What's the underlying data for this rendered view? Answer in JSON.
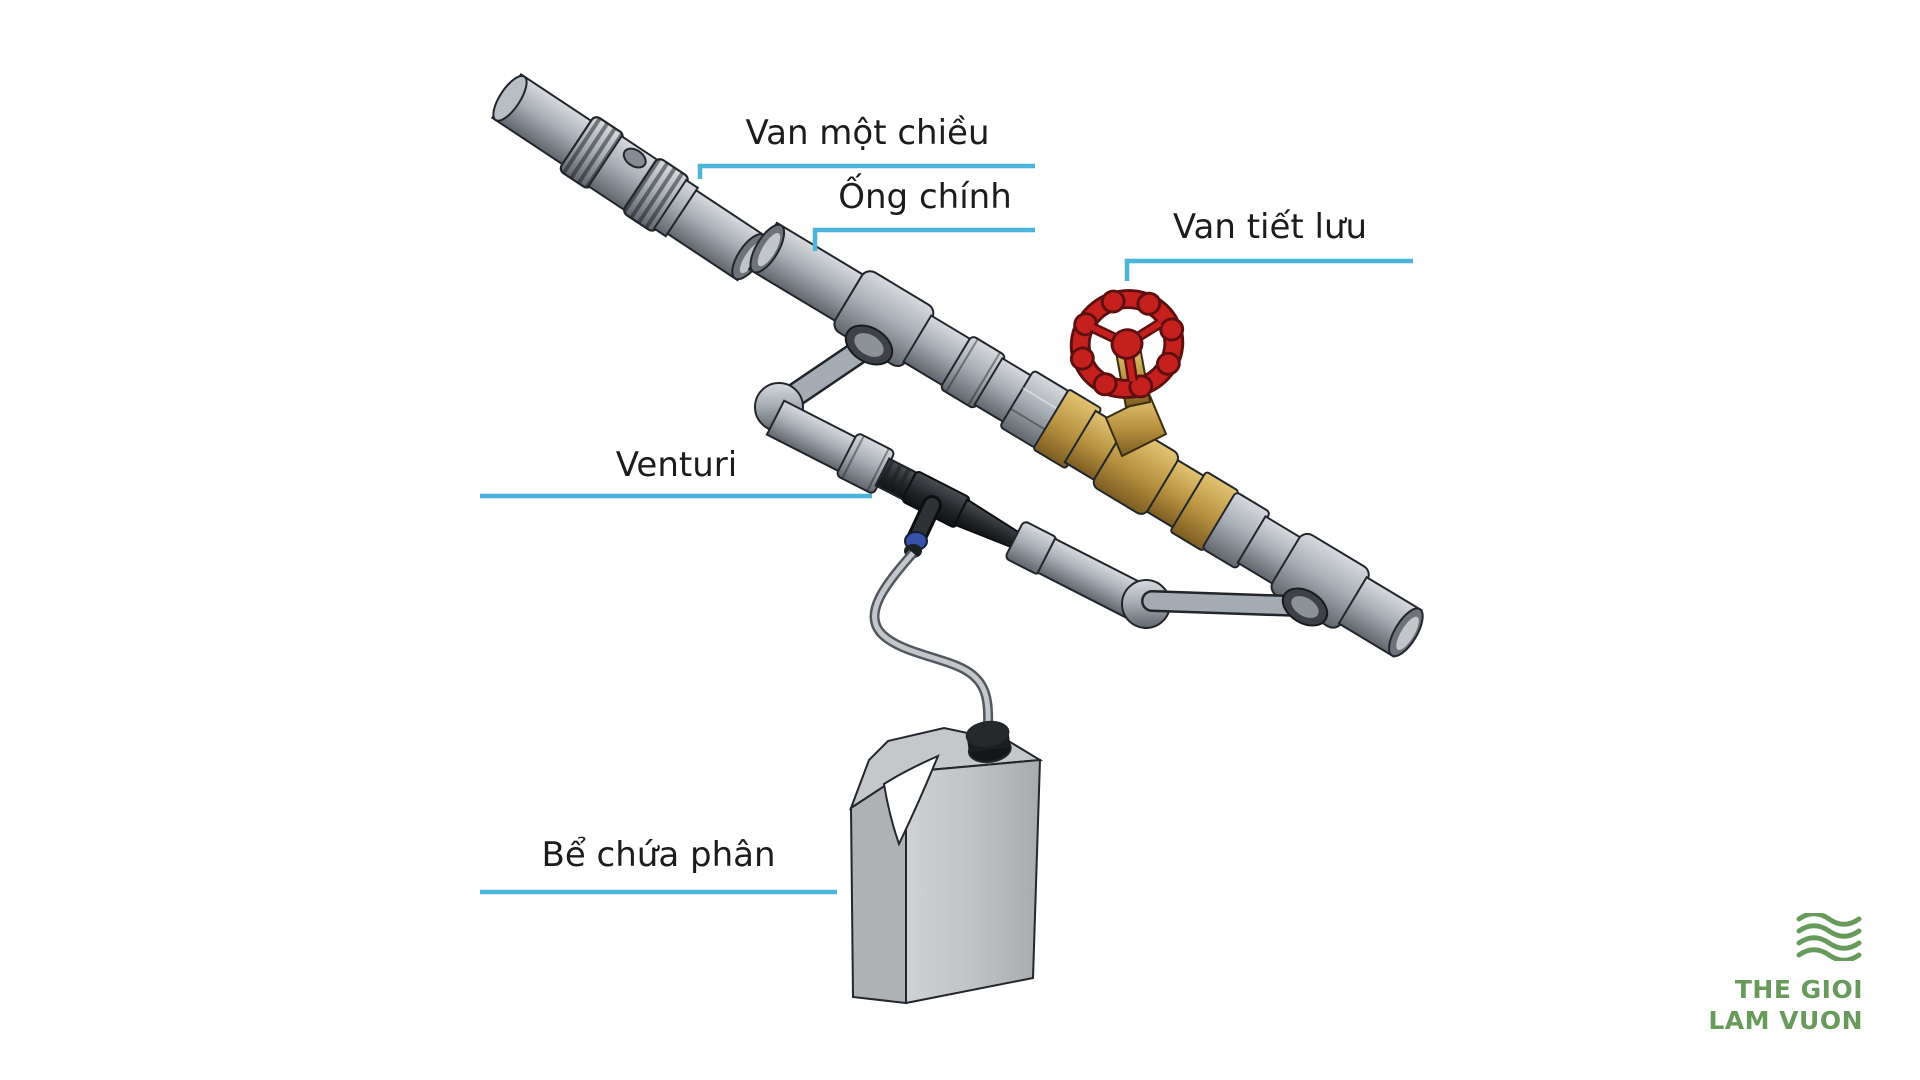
{
  "labels": {
    "check_valve": "Van một chiều",
    "main_pipe": "Ống chính",
    "throttle_valve": "Van tiết lưu",
    "venturi": "Venturi",
    "fertilizer_tank": "Bể chứa phân"
  },
  "logo": {
    "line1": "THE GIOI",
    "line2": "LAM VUON",
    "color": "#679a5b",
    "icon": "waves-icon"
  },
  "colors": {
    "background": "#ffffff",
    "leader_line": "#4ab5d8",
    "label_text": "#1c1c1c",
    "pipe_gray": "#a9afb6",
    "valve_handle_red": "#c6201e",
    "valve_body_brass": "#b6903f",
    "venturi_black": "#26292c",
    "tank_gray": "#d9dbdd"
  }
}
